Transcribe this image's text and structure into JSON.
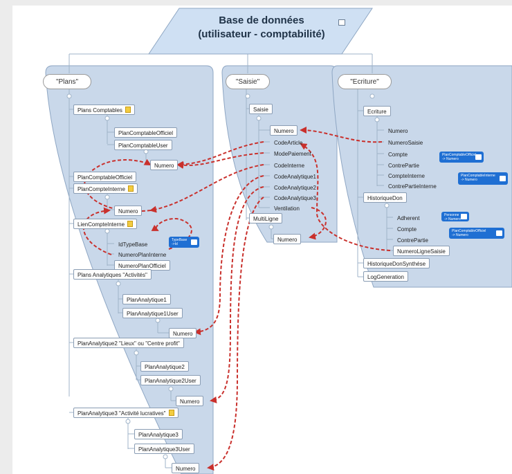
{
  "title": {
    "line1": "Base de données",
    "line2": "(utilisateur - comptabilité)"
  },
  "columns": {
    "plans": "\"Plans\"",
    "saisie": "\"Saisie\"",
    "ecriture": "\"Ecriture\""
  },
  "plans": {
    "plans_comptables": "Plans Comptables",
    "plan_comptable_officiel_child": "PlanComptableOfficiel",
    "plan_comptable_user": "PlanComptableUser",
    "numero_1": "Numero",
    "plan_comptable_officiel": "PlanComptableOfficiel",
    "plan_compte_interne": "PlanCompteInterne",
    "numero_2": "Numero",
    "lien_compte_interne": "LienCompteInterne",
    "id_type_base": "IdTypeBase",
    "type_base_tag": "TypeBase\n->Id",
    "numero_plan_interne": "NumeroPlanInterne",
    "numero_plan_officiel": "NumeroPlanOfficiel",
    "plans_analytiques_activites": "Plans Analytiques \"Activités\"",
    "plan_analytique1": "PlanAnalytique1",
    "plan_analytique1_user": "PlanAnalytique1User",
    "numero_3": "Numero",
    "plan_analytique2_lieux": "PlanAnalytique2 \"Lieux\" ou \"Centre profit\"",
    "plan_analytique2": "PlanAnalytique2",
    "plan_analytique2_user": "PlanAnalytique2User",
    "numero_4": "Numero",
    "plan_analytique3_activite": "PlanAnalytique3 \"Activité lucratives\"",
    "plan_analytique3": "PlanAnalytique3",
    "plan_analytique3_user": "PlanAnalytique3User",
    "numero_5": "Numero"
  },
  "saisie": {
    "saisie": "Saisie",
    "numero": "Numero",
    "code_article": "CodeArticle",
    "mode_paiement": "ModePaiement",
    "code_interne": "CodeInterne",
    "code_analytique1": "CodeAnalytique1",
    "code_analytique2": "CodeAnalytique2",
    "code_analytique3": "CodeAnalytique3",
    "ventilation": "Ventilation",
    "multi_ligne": "MultiLigne",
    "numero_multi": "Numero"
  },
  "ecriture": {
    "ecriture": "Ecriture",
    "numero": "Numero",
    "numero_saisie": "NumeroSaisie",
    "compte": "Compte",
    "contre_partie": "ContrePartie",
    "compte_interne": "CompteInterne",
    "contre_partie_interne": "ContrePartieInterne",
    "tag_officiel": "PlanComptableOfficiel\n-> Numero",
    "tag_interne": "PlanComptableInterne\n-> Numero",
    "historique_don": "HistoriqueDon",
    "adherent": "Adherent",
    "tag_personne": "Personne\n-> Numero",
    "compte_don": "Compte",
    "contre_partie_don": "ContrePartie",
    "tag_officiel_don": "PlanComptableOfficiel\n-> Numero",
    "numero_ligne_saisie": "NumeroLigneSaisie",
    "historique_don_synthese": "HistoriqueDonSynthése",
    "log_generation": "LogGeneration"
  },
  "colors": {
    "panel_fill": "#c9d8ea",
    "panel_stroke": "#8ea6c3",
    "title_fill": "#cfe0f3",
    "tag_blue": "#1f6fd3",
    "arrow_red": "#c9302c"
  }
}
